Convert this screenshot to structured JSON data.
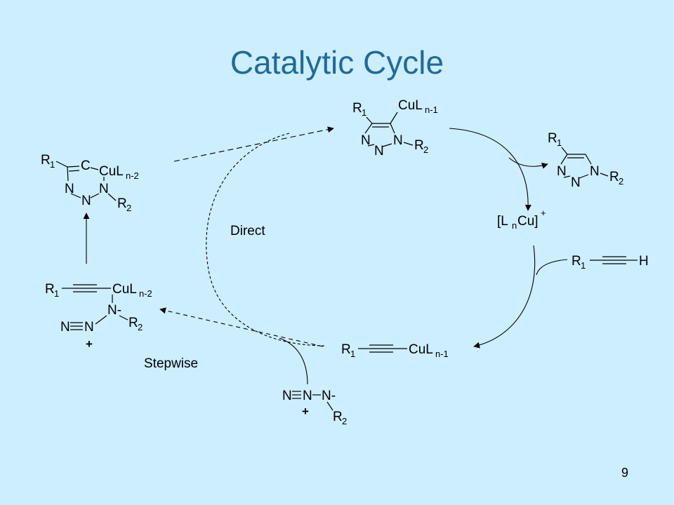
{
  "slide": {
    "title": "Catalytic Cycle",
    "page_number": "9"
  },
  "labels": {
    "direct": "Direct",
    "stepwise": "Stepwise"
  },
  "atoms": {
    "R": "R",
    "N": "N",
    "C": "C",
    "H": "H",
    "CuL": "CuL",
    "one": "1",
    "two": "2",
    "n_minus_1": "n-1",
    "n_minus_2": "n-2",
    "plus": "+",
    "N_dash": "N-",
    "LnCu_open": "[L",
    "n": "n",
    "LnCu_close": "Cu]"
  }
}
